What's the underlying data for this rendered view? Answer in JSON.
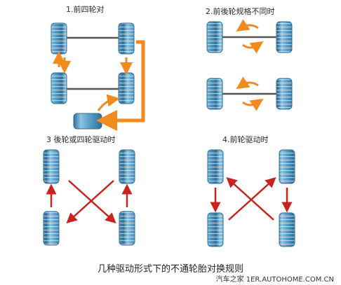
{
  "panels": [
    {
      "title": "1.前四轮对",
      "note": "spare tire included in rotation"
    },
    {
      "title": "2.前後轮规格不同时"
    },
    {
      "title": "3  後轮或四轮驱动时"
    },
    {
      "title": "4.前轮驱动时"
    }
  ],
  "caption": "几种驱动形式下的不通轮胎对换规则",
  "credit": "汽车之家 1ER.AUTOHOME.COM.CN",
  "colors": {
    "orange": "#F28A1E",
    "red": "#C8231E",
    "tire": "#6FAFD3",
    "tire_dark": "#2F6F96",
    "axle": "#555555"
  }
}
